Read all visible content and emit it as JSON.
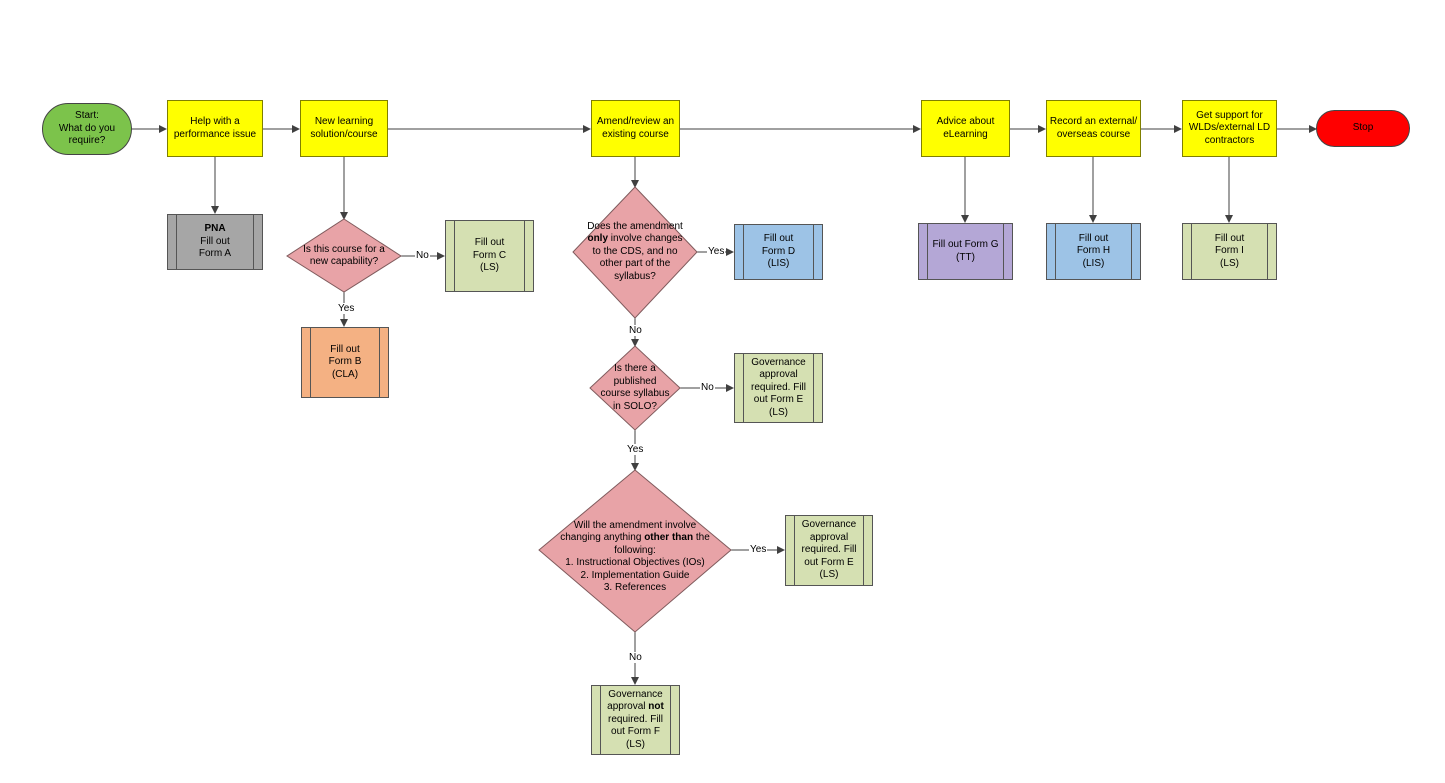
{
  "colors": {
    "process": "#ffff00",
    "start": "#7cc34b",
    "stop": "#ff0000",
    "decision": "#e8a3a7",
    "form_gray": "#a6a6a6",
    "form_green": "#d5e0b2",
    "form_orange": "#f4b183",
    "form_blue": "#9dc3e6",
    "form_purple": "#b4a7d6",
    "line": "#404040"
  },
  "nodes": {
    "start": [
      "Start:",
      "What do you",
      "require?"
    ],
    "stop": "Stop",
    "perf": [
      "Help with a",
      "performance issue"
    ],
    "newlearn": [
      "New learning",
      "solution/course"
    ],
    "amend": [
      "Amend/review an",
      "existing course"
    ],
    "elearn": [
      "Advice about",
      "eLearning"
    ],
    "external": [
      "Record an external/",
      "overseas course"
    ],
    "support": [
      "Get support for",
      "WLDs/external LD",
      "contractors"
    ],
    "formA": {
      "bold": "PNA",
      "lines": [
        "Fill out",
        "Form A"
      ]
    },
    "formB": [
      "Fill out",
      "Form B",
      "(CLA)"
    ],
    "formC": [
      "Fill out",
      "Form C",
      "(LS)"
    ],
    "formD": [
      "Fill out",
      "Form D",
      "(LIS)"
    ],
    "formE1": [
      "Governance",
      "approval",
      "required. Fill",
      "out Form E",
      "(LS)"
    ],
    "formE2": [
      "Governance",
      "approval",
      "required. Fill",
      "out Form E",
      "(LS)"
    ],
    "formF": {
      "l1": "Governance",
      "l2a": "approval ",
      "l2b": "not",
      "l3": "required. Fill",
      "l4": "out Form F",
      "l5": "(LS)"
    },
    "formG": [
      "Fill out Form G",
      "(TT)"
    ],
    "formH": [
      "Fill out",
      "Form H",
      "(LIS)"
    ],
    "formI": [
      "Fill out",
      "Form I",
      "(LS)"
    ]
  },
  "decisions": {
    "d1": [
      "Is this course for a",
      "new capability?"
    ],
    "d2": {
      "l1": "Does the amendment",
      "l2a": "only",
      "l2b": " involve changes",
      "l3": "to the CDS, and no",
      "l4": "other part of the",
      "l5": "syllabus?"
    },
    "d3": [
      "Is there a",
      "published",
      "course syllabus",
      "in SOLO?"
    ],
    "d4": {
      "l1": "Will the amendment involve",
      "l2a": "changing anything ",
      "l2b": "other than",
      "l2c": " the",
      "l3": "following:",
      "l4": "1. Instructional Objectives (IOs)",
      "l5": "2. Implementation Guide",
      "l6": "3. References"
    }
  },
  "labels": {
    "yes": "Yes",
    "no": "No"
  }
}
